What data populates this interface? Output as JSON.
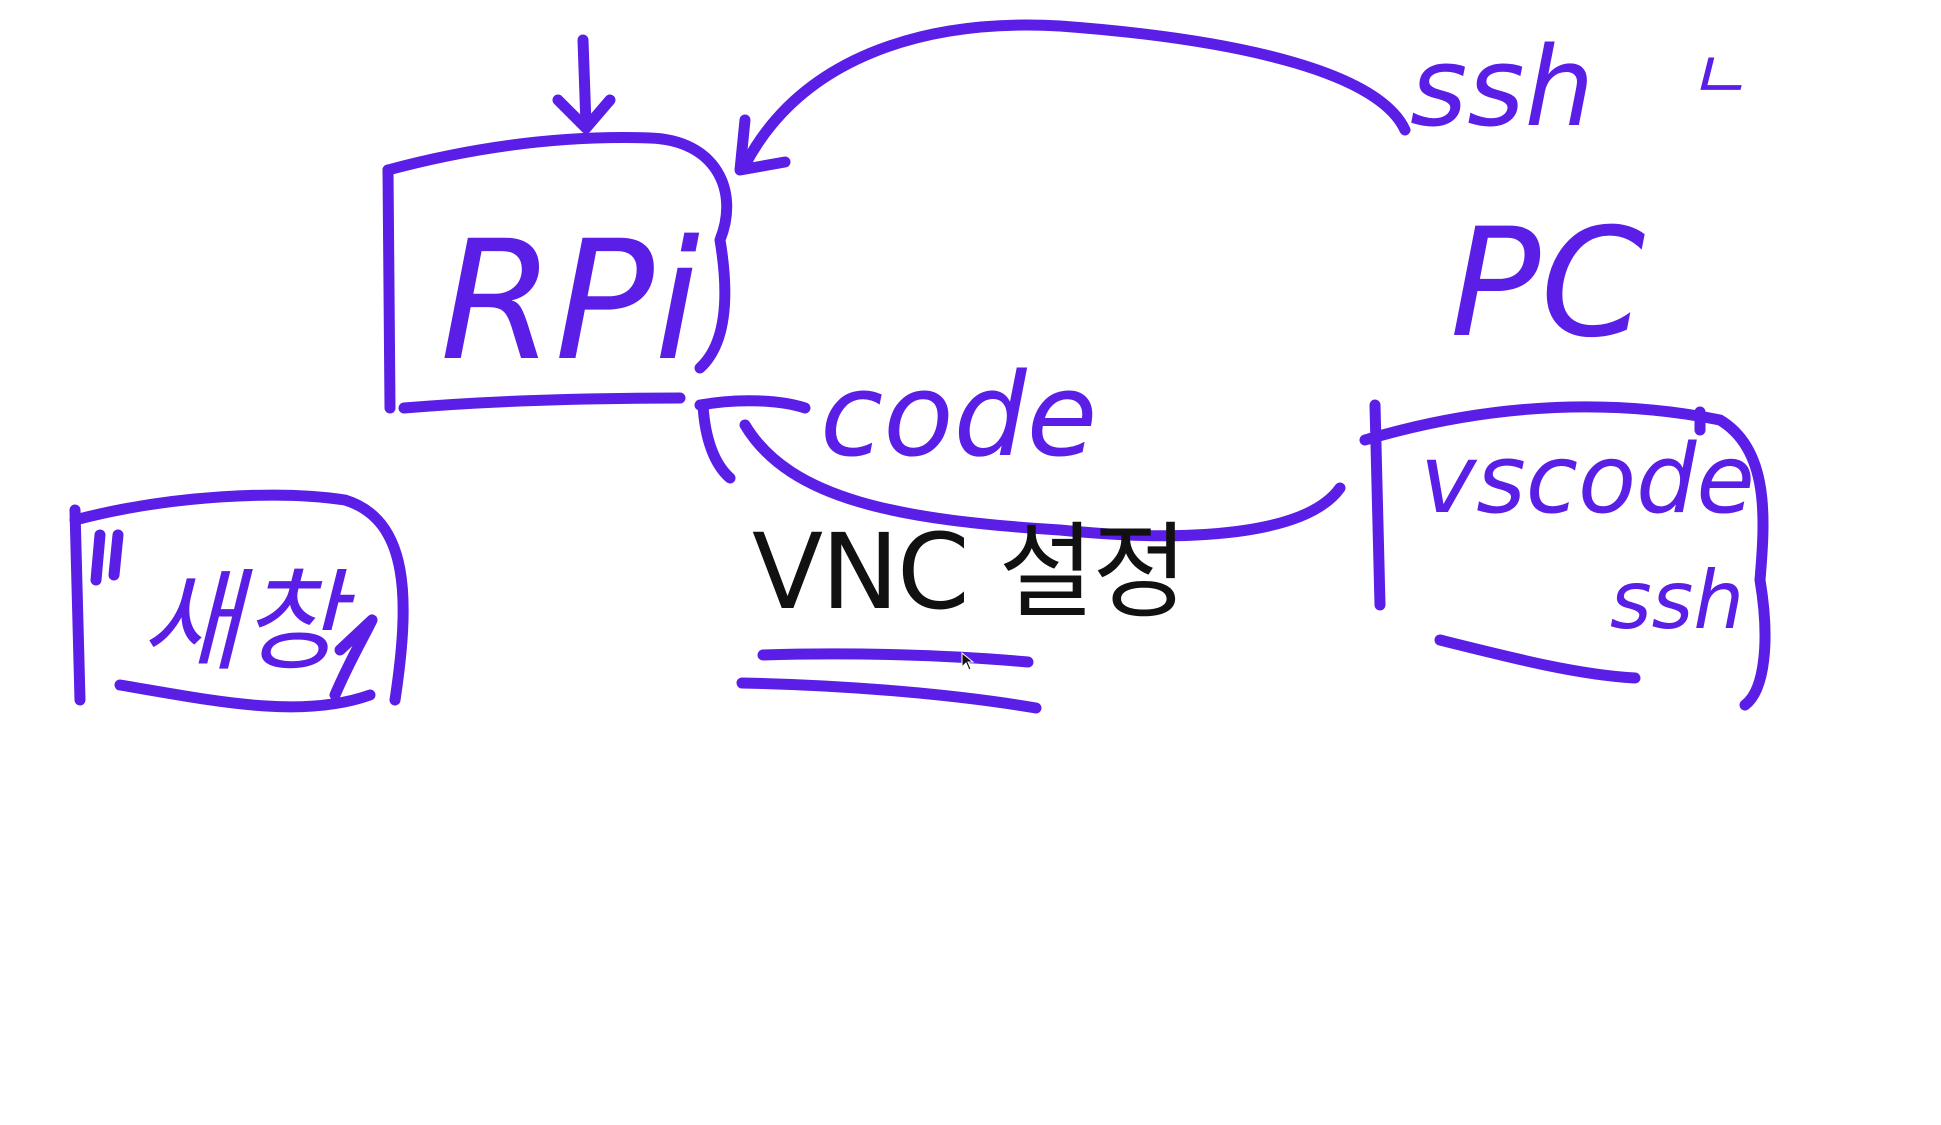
{
  "ink_color": "#5a1ee6",
  "title": "VNC 설정",
  "labels": {
    "rpi": "RPi",
    "pc": "PC",
    "ssh_top": "ssh",
    "ssh_mark": "ㄴ",
    "code": "code",
    "vscode": "vscode",
    "ssh_box": "ssh",
    "new_window": "새창"
  }
}
